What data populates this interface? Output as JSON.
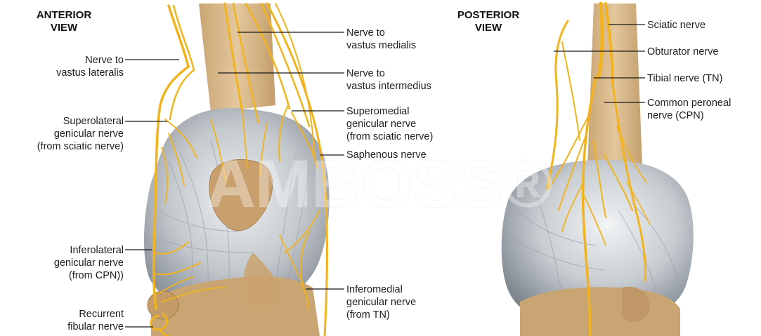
{
  "anterior": {
    "title": "ANTERIOR\nVIEW",
    "labels": {
      "nerve_vastus_lateralis": "Nerve to\nvastus lateralis",
      "superolateral_genicular": "Superolateral\ngenicular nerve\n(from sciatic nerve)",
      "inferolateral_genicular": "Inferolateral\ngenicular nerve\n(from CPN))",
      "recurrent_fibular": "Recurrent\nfibular nerve",
      "nerve_vastus_medialis": "Nerve to\nvastus medialis",
      "nerve_vastus_intermedius": "Nerve to\nvastus intermedius",
      "superomedial_genicular": "Superomedial\ngenicular nerve\n(from sciatic nerve)",
      "saphenous": "Saphenous nerve",
      "inferomedial_genicular": "Inferomedial\ngenicular nerve\n(from TN)"
    }
  },
  "posterior": {
    "title": "POSTERIOR\nVIEW",
    "labels": {
      "sciatic": "Sciatic nerve",
      "obturator": "Obturator nerve",
      "tibial": "Tibial nerve (TN)",
      "common_peroneal": "Common peroneal\nnerve (CPN)"
    }
  },
  "watermark": "AMBOSS®",
  "colors": {
    "nerve": "#f2b320",
    "nerve_dark": "#c98a08",
    "bone": "#d8b689",
    "bone_dark": "#b8905f",
    "capsule": "#c9ced3",
    "capsule_dark": "#8e959c",
    "leader": "#1a1a1a"
  }
}
